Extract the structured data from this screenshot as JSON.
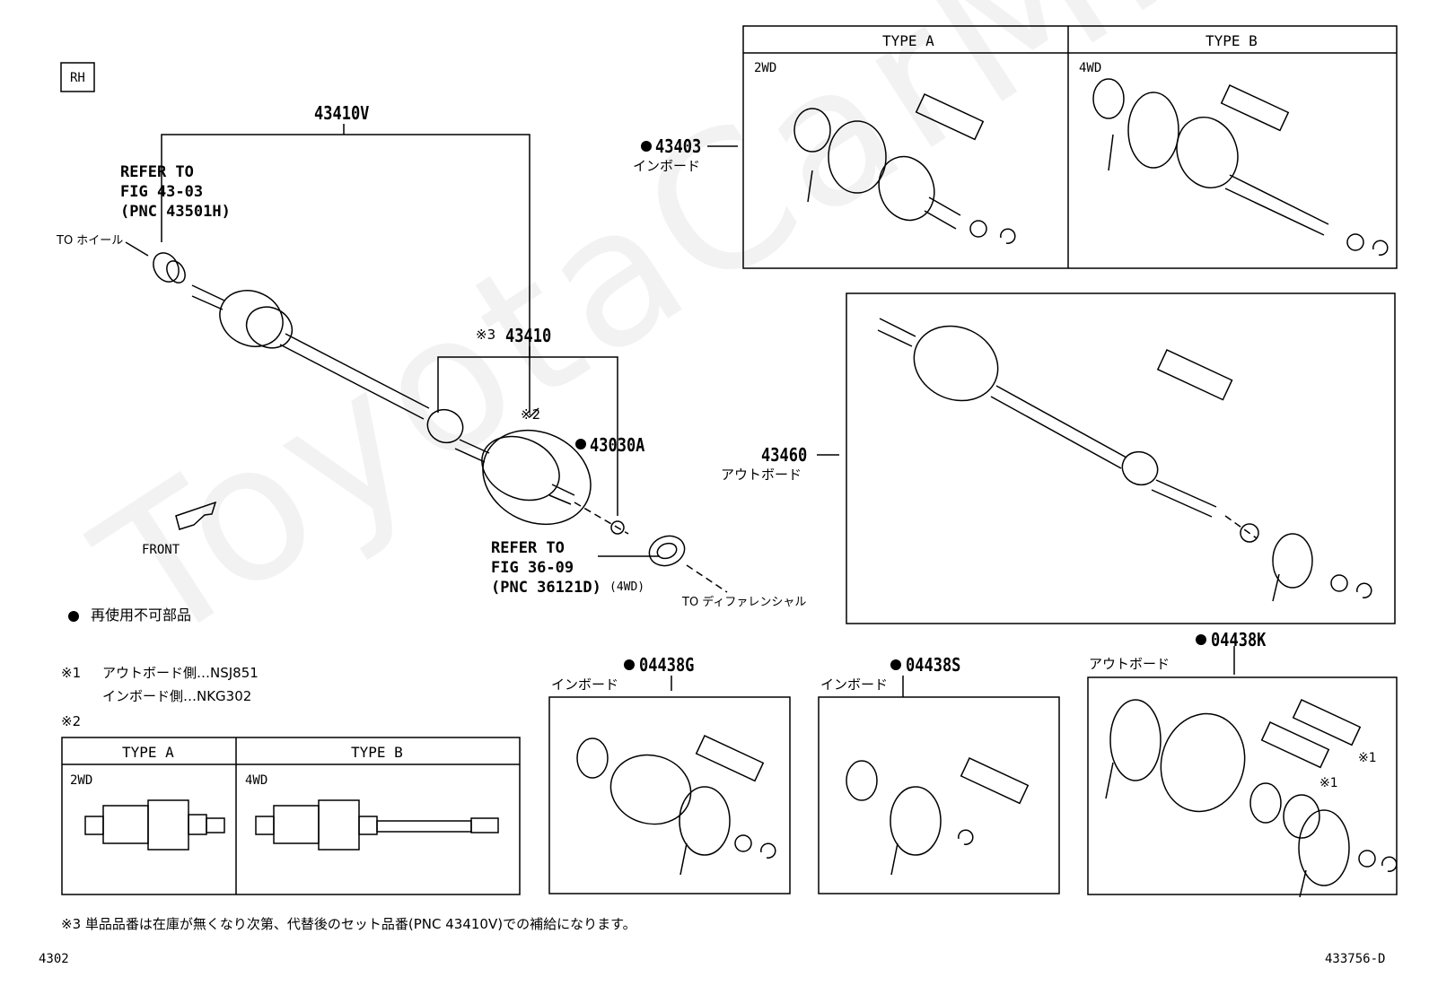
{
  "diagram_title": "RH",
  "watermark": "ToyotaCarMine.ru",
  "labels": {
    "p43410V": "43410V",
    "refer1": "REFER TO\nFIG 43-03\n(PNC 43501H)",
    "to_wheel": "TO ホイール",
    "p43410_note": "※3",
    "p43410": "43410",
    "note2_mark": "※2",
    "p43030A": "43030A",
    "refer2": "REFER TO\nFIG 36-09\n(PNC 36121D)",
    "refer2_suffix": "(4WD)",
    "to_diff": "TO ディファレンシャル",
    "front": "FRONT",
    "p43403": "43403",
    "p43403_sub": "インボード",
    "p43460": "43460",
    "p43460_sub": "アウトボード",
    "p04438G": "04438G",
    "p04438G_sub": "インボード",
    "p04438S": "04438S",
    "p04438S_sub": "インボード",
    "p04438K": "04438K",
    "p04438K_sub": "アウトボード",
    "k_note1a": "※1",
    "k_note1b": "※1"
  },
  "type_tables": {
    "upper": {
      "type_a": "TYPE A",
      "type_b": "TYPE B",
      "sub_a": "2WD",
      "sub_b": "4WD"
    },
    "lower": {
      "type_a": "TYPE A",
      "type_b": "TYPE B",
      "sub_a": "2WD",
      "sub_b": "4WD"
    }
  },
  "legend": {
    "non_reusable": "再使用不可部品",
    "note1_mark": "※1",
    "note1_line1": "アウトボード側…NSJ851",
    "note1_line2": "インボード側…NKG302",
    "note2_mark": "※2",
    "note3": "※3 単品品番は在庫が無くなり次第、代替後のセット品番(PNC 43410V)での補給になります。"
  },
  "footer": {
    "left": "4302",
    "right": "433756-D"
  }
}
